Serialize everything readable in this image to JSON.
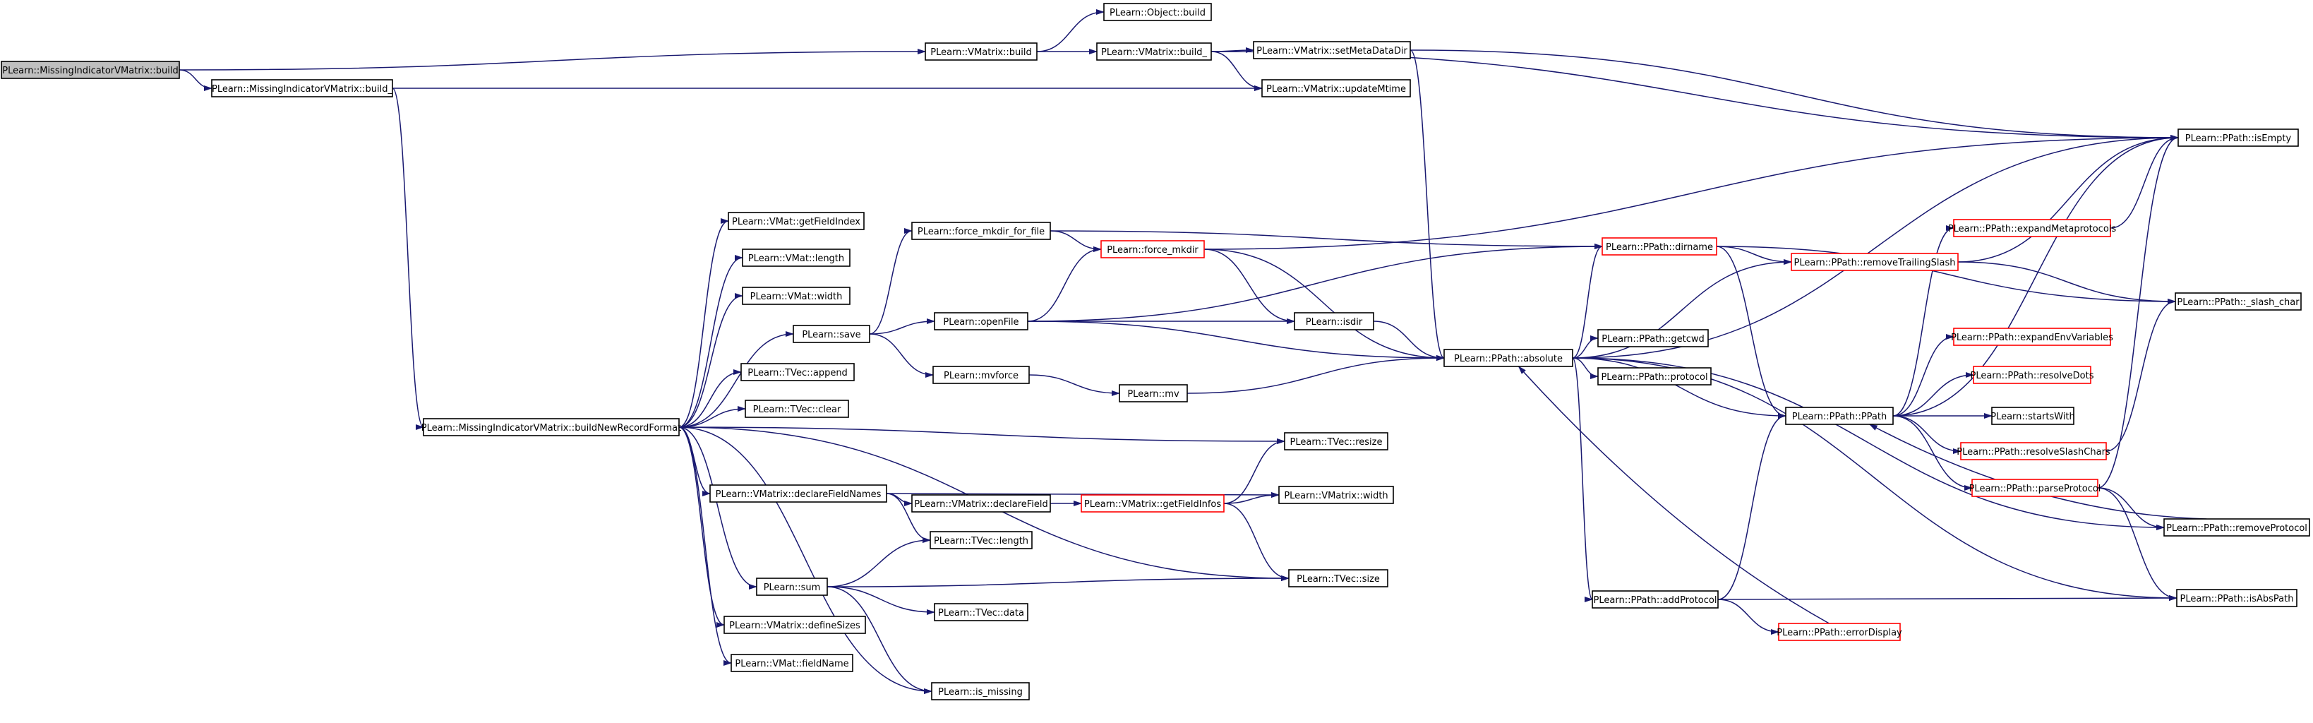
{
  "colors": {
    "edge": "#191970",
    "node_border": "#000000",
    "node_border_truncated": "#ff0000",
    "root_fill": "#bfbfbf",
    "node_fill": "#ffffff"
  },
  "nodes": [
    {
      "id": "n_root",
      "label": "PLearn::MissingIndicatorVMatrix::build",
      "root": true
    },
    {
      "id": "n_mivm_build_",
      "label": "PLearn::MissingIndicatorVMatrix::build_"
    },
    {
      "id": "n_vmatrix_build",
      "label": "PLearn::VMatrix::build"
    },
    {
      "id": "n_object_build",
      "label": "PLearn::Object::build"
    },
    {
      "id": "n_vmatrix_build_",
      "label": "PLearn::VMatrix::build_"
    },
    {
      "id": "n_setmetadatadir",
      "label": "PLearn::VMatrix::setMetaDataDir"
    },
    {
      "id": "n_updatemtime",
      "label": "PLearn::VMatrix::updateMtime"
    },
    {
      "id": "n_isempty",
      "label": "PLearn::PPath::isEmpty"
    },
    {
      "id": "n_buildnewrecordformat",
      "label": "PLearn::MissingIndicatorVMatrix::buildNewRecordFormat"
    },
    {
      "id": "n_getfieldindex",
      "label": "PLearn::VMat::getFieldIndex"
    },
    {
      "id": "n_vmat_length",
      "label": "PLearn::VMat::length"
    },
    {
      "id": "n_vmat_width",
      "label": "PLearn::VMat::width"
    },
    {
      "id": "n_save",
      "label": "PLearn::save"
    },
    {
      "id": "n_tvec_append",
      "label": "PLearn::TVec::append"
    },
    {
      "id": "n_tvec_clear",
      "label": "PLearn::TVec::clear"
    },
    {
      "id": "n_declarefieldnames",
      "label": "PLearn::VMatrix::declareFieldNames"
    },
    {
      "id": "n_sum",
      "label": "PLearn::sum"
    },
    {
      "id": "n_definesizes",
      "label": "PLearn::VMatrix::defineSizes"
    },
    {
      "id": "n_fieldname",
      "label": "PLearn::VMat::fieldName"
    },
    {
      "id": "n_ismissing",
      "label": "PLearn::is_missing"
    },
    {
      "id": "n_force_mkdir_for_file",
      "label": "PLearn::force_mkdir_for_file"
    },
    {
      "id": "n_force_mkdir",
      "label": "PLearn::force_mkdir",
      "truncated": true
    },
    {
      "id": "n_openfile",
      "label": "PLearn::openFile"
    },
    {
      "id": "n_mvforce",
      "label": "PLearn::mvforce"
    },
    {
      "id": "n_mv",
      "label": "PLearn::mv"
    },
    {
      "id": "n_isdir",
      "label": "PLearn::isdir"
    },
    {
      "id": "n_declarefield",
      "label": "PLearn::VMatrix::declareField"
    },
    {
      "id": "n_tvec_length",
      "label": "PLearn::TVec::length"
    },
    {
      "id": "n_getfieldinfos",
      "label": "PLearn::VMatrix::getFieldInfos",
      "truncated": true
    },
    {
      "id": "n_tvec_data",
      "label": "PLearn::TVec::data"
    },
    {
      "id": "n_tvec_resize",
      "label": "PLearn::TVec::resize"
    },
    {
      "id": "n_vmatrix_width",
      "label": "PLearn::VMatrix::width"
    },
    {
      "id": "n_tvec_size",
      "label": "PLearn::TVec::size"
    },
    {
      "id": "n_absolute",
      "label": "PLearn::PPath::absolute"
    },
    {
      "id": "n_dirname",
      "label": "PLearn::PPath::dirname",
      "truncated": true
    },
    {
      "id": "n_getcwd",
      "label": "PLearn::PPath::getcwd"
    },
    {
      "id": "n_protocol",
      "label": "PLearn::PPath::protocol"
    },
    {
      "id": "n_removetrailingslash",
      "label": "PLearn::PPath::removeTrailingSlash",
      "truncated": true
    },
    {
      "id": "n_ppath",
      "label": "PLearn::PPath::PPath"
    },
    {
      "id": "n_addprotocol",
      "label": "PLearn::PPath::addProtocol"
    },
    {
      "id": "n_errordisplay",
      "label": "PLearn::PPath::errorDisplay",
      "truncated": true
    },
    {
      "id": "n_expandmetaprotocols",
      "label": "PLearn::PPath::expandMetaprotocols",
      "truncated": true
    },
    {
      "id": "n_expandenvvariables",
      "label": "PLearn::PPath::expandEnvVariables",
      "truncated": true
    },
    {
      "id": "n_resolvedots",
      "label": "PLearn::PPath::resolveDots",
      "truncated": true
    },
    {
      "id": "n_startswith",
      "label": "PLearn::startsWith"
    },
    {
      "id": "n_resolveslashchars",
      "label": "PLearn::PPath::resolveSlashChars",
      "truncated": true
    },
    {
      "id": "n_parseprotocol",
      "label": "PLearn::PPath::parseProtocol",
      "truncated": true
    },
    {
      "id": "n_slash_char",
      "label": "PLearn::PPath::_slash_char"
    },
    {
      "id": "n_removeprotocol",
      "label": "PLearn::PPath::removeProtocol"
    },
    {
      "id": "n_isabspath",
      "label": "PLearn::PPath::isAbsPath"
    }
  ],
  "edges": [
    [
      "n_root",
      "n_mivm_build_"
    ],
    [
      "n_root",
      "n_vmatrix_build"
    ],
    [
      "n_mivm_build_",
      "n_updatemtime"
    ],
    [
      "n_mivm_build_",
      "n_buildnewrecordformat"
    ],
    [
      "n_vmatrix_build",
      "n_object_build"
    ],
    [
      "n_vmatrix_build",
      "n_vmatrix_build_"
    ],
    [
      "n_vmatrix_build_",
      "n_setmetadatadir"
    ],
    [
      "n_vmatrix_build_",
      "n_updatemtime"
    ],
    [
      "n_vmatrix_build_",
      "n_isempty"
    ],
    [
      "n_setmetadatadir",
      "n_isempty"
    ],
    [
      "n_setmetadatadir",
      "n_absolute"
    ],
    [
      "n_buildnewrecordformat",
      "n_getfieldindex"
    ],
    [
      "n_buildnewrecordformat",
      "n_vmat_length"
    ],
    [
      "n_buildnewrecordformat",
      "n_vmat_width"
    ],
    [
      "n_buildnewrecordformat",
      "n_save"
    ],
    [
      "n_buildnewrecordformat",
      "n_tvec_append"
    ],
    [
      "n_buildnewrecordformat",
      "n_tvec_clear"
    ],
    [
      "n_buildnewrecordformat",
      "n_tvec_resize"
    ],
    [
      "n_buildnewrecordformat",
      "n_declarefieldnames"
    ],
    [
      "n_buildnewrecordformat",
      "n_sum"
    ],
    [
      "n_buildnewrecordformat",
      "n_definesizes"
    ],
    [
      "n_buildnewrecordformat",
      "n_fieldname"
    ],
    [
      "n_buildnewrecordformat",
      "n_ismissing"
    ],
    [
      "n_buildnewrecordformat",
      "n_tvec_size"
    ],
    [
      "n_save",
      "n_force_mkdir_for_file"
    ],
    [
      "n_save",
      "n_openfile"
    ],
    [
      "n_save",
      "n_mvforce"
    ],
    [
      "n_force_mkdir_for_file",
      "n_force_mkdir"
    ],
    [
      "n_force_mkdir_for_file",
      "n_dirname"
    ],
    [
      "n_force_mkdir",
      "n_isdir"
    ],
    [
      "n_force_mkdir",
      "n_absolute"
    ],
    [
      "n_force_mkdir",
      "n_isempty"
    ],
    [
      "n_openfile",
      "n_force_mkdir"
    ],
    [
      "n_openfile",
      "n_isdir"
    ],
    [
      "n_openfile",
      "n_absolute"
    ],
    [
      "n_openfile",
      "n_dirname"
    ],
    [
      "n_mvforce",
      "n_mv"
    ],
    [
      "n_mv",
      "n_absolute"
    ],
    [
      "n_isdir",
      "n_absolute"
    ],
    [
      "n_declarefieldnames",
      "n_declarefield"
    ],
    [
      "n_declarefieldnames",
      "n_tvec_length"
    ],
    [
      "n_declarefieldnames",
      "n_vmatrix_width"
    ],
    [
      "n_declarefield",
      "n_getfieldinfos"
    ],
    [
      "n_getfieldinfos",
      "n_tvec_resize"
    ],
    [
      "n_getfieldinfos",
      "n_vmatrix_width"
    ],
    [
      "n_getfieldinfos",
      "n_tvec_size"
    ],
    [
      "n_sum",
      "n_tvec_length"
    ],
    [
      "n_sum",
      "n_tvec_data"
    ],
    [
      "n_sum",
      "n_ismissing"
    ],
    [
      "n_sum",
      "n_tvec_size"
    ],
    [
      "n_absolute",
      "n_isempty"
    ],
    [
      "n_absolute",
      "n_dirname"
    ],
    [
      "n_absolute",
      "n_getcwd"
    ],
    [
      "n_absolute",
      "n_protocol"
    ],
    [
      "n_absolute",
      "n_removetrailingslash"
    ],
    [
      "n_absolute",
      "n_ppath"
    ],
    [
      "n_absolute",
      "n_addprotocol"
    ],
    [
      "n_absolute",
      "n_removeprotocol"
    ],
    [
      "n_absolute",
      "n_isabspath"
    ],
    [
      "n_dirname",
      "n_removetrailingslash"
    ],
    [
      "n_dirname",
      "n_ppath"
    ],
    [
      "n_dirname",
      "n_slash_char"
    ],
    [
      "n_removetrailingslash",
      "n_isempty"
    ],
    [
      "n_removetrailingslash",
      "n_slash_char"
    ],
    [
      "n_addprotocol",
      "n_ppath"
    ],
    [
      "n_addprotocol",
      "n_errordisplay"
    ],
    [
      "n_addprotocol",
      "n_isabspath"
    ],
    [
      "n_errordisplay",
      "n_absolute"
    ],
    [
      "n_ppath",
      "n_expandmetaprotocols"
    ],
    [
      "n_ppath",
      "n_expandenvvariables"
    ],
    [
      "n_ppath",
      "n_resolvedots"
    ],
    [
      "n_ppath",
      "n_startswith"
    ],
    [
      "n_ppath",
      "n_resolveslashchars"
    ],
    [
      "n_ppath",
      "n_parseprotocol"
    ],
    [
      "n_ppath",
      "n_isempty"
    ],
    [
      "n_expandmetaprotocols",
      "n_isempty"
    ],
    [
      "n_resolveslashchars",
      "n_slash_char"
    ],
    [
      "n_parseprotocol",
      "n_isempty"
    ],
    [
      "n_parseprotocol",
      "n_removeprotocol"
    ],
    [
      "n_parseprotocol",
      "n_isabspath"
    ],
    [
      "n_removeprotocol",
      "n_ppath"
    ]
  ]
}
